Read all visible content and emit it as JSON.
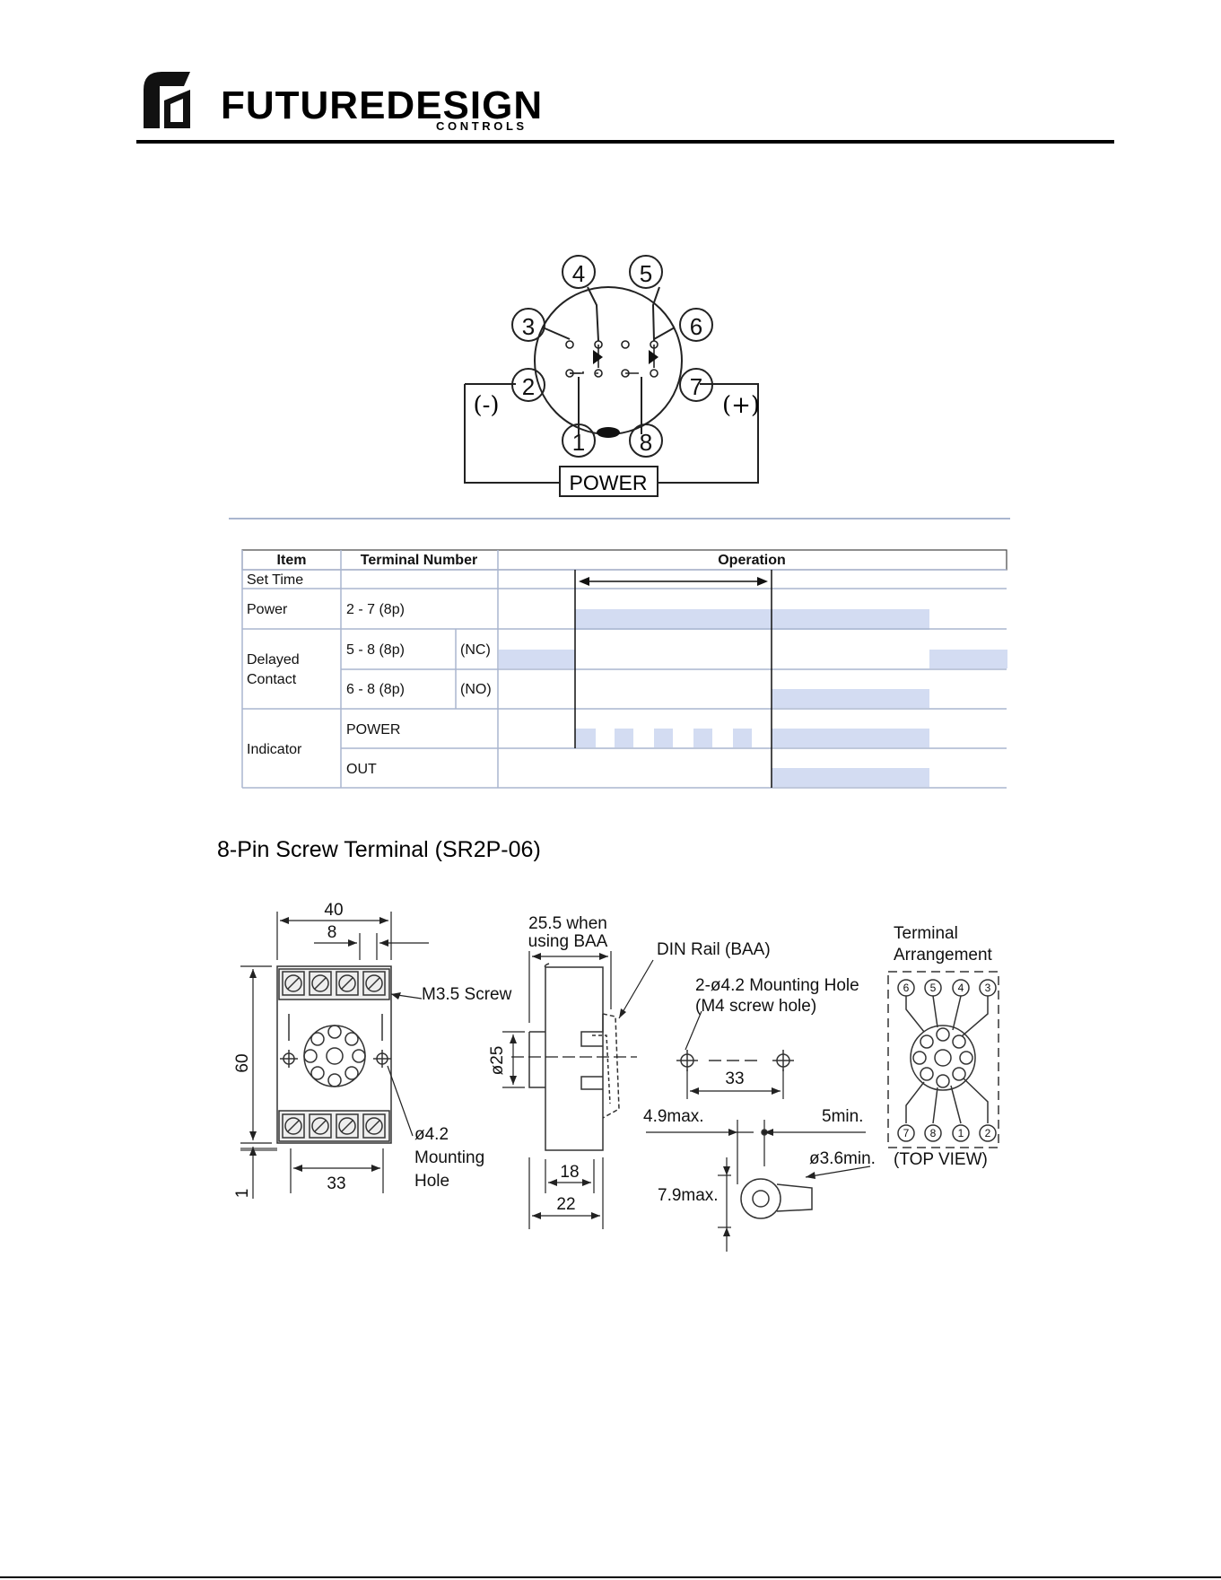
{
  "header": {
    "logo_main": "FUTUREDESIGN",
    "logo_sub": "C O N T R O L S"
  },
  "wiring": {
    "pins": [
      "1",
      "2",
      "3",
      "4",
      "5",
      "6",
      "7",
      "8"
    ],
    "minus_label": "(-)",
    "plus_label": "(+)",
    "power_label": "POWER"
  },
  "timing_table": {
    "headers": {
      "item": "Item",
      "terminal": "Terminal Number",
      "operation": "Operation"
    },
    "rows": {
      "set_time": "Set Time",
      "power": {
        "item": "Power",
        "terminal": "2 - 7 (8p)"
      },
      "delayed": {
        "item_line1": "Delayed",
        "item_line2": "Contact",
        "nc_terminal": "5 - 8 (8p)",
        "nc_type": "(NC)",
        "no_terminal": "6 - 8 (8p)",
        "no_type": "(NO)"
      },
      "indicator": {
        "item": "Indicator",
        "power": "POWER",
        "out": "OUT"
      }
    }
  },
  "section_title": "8-Pin Screw Terminal (SR2P-06)",
  "drawing": {
    "dim_40": "40",
    "dim_8": "8",
    "dim_60": "60",
    "dim_1": "1",
    "dim_33_bottom": "33",
    "m35_screw": "M3.5 Screw",
    "hole_l1": "ø4.2",
    "hole_l2": "Mounting",
    "hole_l3": "Hole",
    "baa_l1": "25.5 when",
    "baa_l2": "using BAA",
    "din_rail": "DIN Rail (BAA)",
    "dia25": "ø25",
    "dim_18": "18",
    "dim_22": "22",
    "mount_l1": "2-ø4.2 Mounting Hole",
    "mount_l2": "(M4 screw hole)",
    "dim_33_mount": "33",
    "max49": "4.9max.",
    "min5": "5min.",
    "min36": "ø3.6min.",
    "max79": "7.9max.",
    "term_l1": "Terminal",
    "term_l2": "Arrangement",
    "top_view": "(TOP VIEW)",
    "term_top": [
      "6",
      "5",
      "4",
      "3"
    ],
    "term_bottom": [
      "7",
      "8",
      "1",
      "2"
    ]
  }
}
